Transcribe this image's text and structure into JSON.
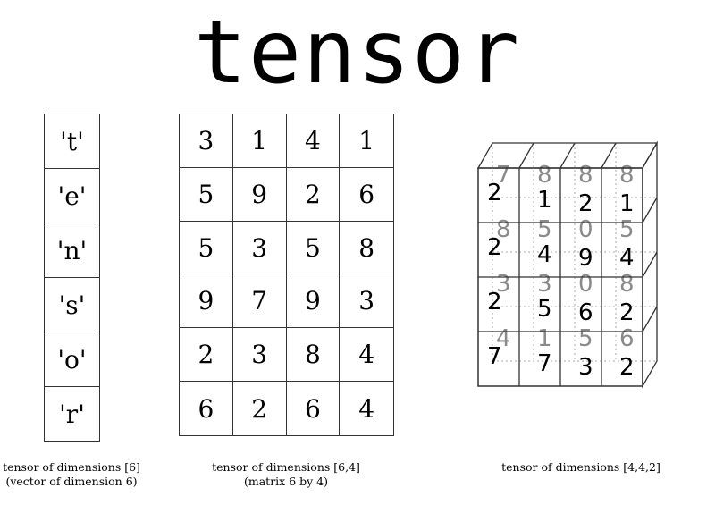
{
  "title": "tensor",
  "vector": {
    "values": [
      "'t'",
      "'e'",
      "'n'",
      "'s'",
      "'o'",
      "'r'"
    ],
    "caption_line1": "tensor of dimensions [6]",
    "caption_line2": "(vector of dimension 6)"
  },
  "matrix": {
    "rows": [
      [
        "3",
        "1",
        "4",
        "1"
      ],
      [
        "5",
        "9",
        "2",
        "6"
      ],
      [
        "5",
        "3",
        "5",
        "8"
      ],
      [
        "9",
        "7",
        "9",
        "3"
      ],
      [
        "2",
        "3",
        "8",
        "4"
      ],
      [
        "6",
        "2",
        "6",
        "4"
      ]
    ],
    "caption_line1": "tensor of dimensions [6,4]",
    "caption_line2": "(matrix 6 by 4)"
  },
  "tensor3d": {
    "front": [
      [
        "2",
        "1",
        "2",
        "1"
      ],
      [
        "2",
        "4",
        "9",
        "4"
      ],
      [
        "2",
        "5",
        "6",
        "2"
      ],
      [
        "7",
        "7",
        "3",
        "2"
      ]
    ],
    "back": [
      [
        "7",
        "8",
        "8",
        "8"
      ],
      [
        "8",
        "5",
        "0",
        "5"
      ],
      [
        "3",
        "3",
        "0",
        "8"
      ],
      [
        "4",
        "1",
        "5",
        "6"
      ]
    ],
    "caption": "tensor of dimensions [4,4,2]"
  }
}
